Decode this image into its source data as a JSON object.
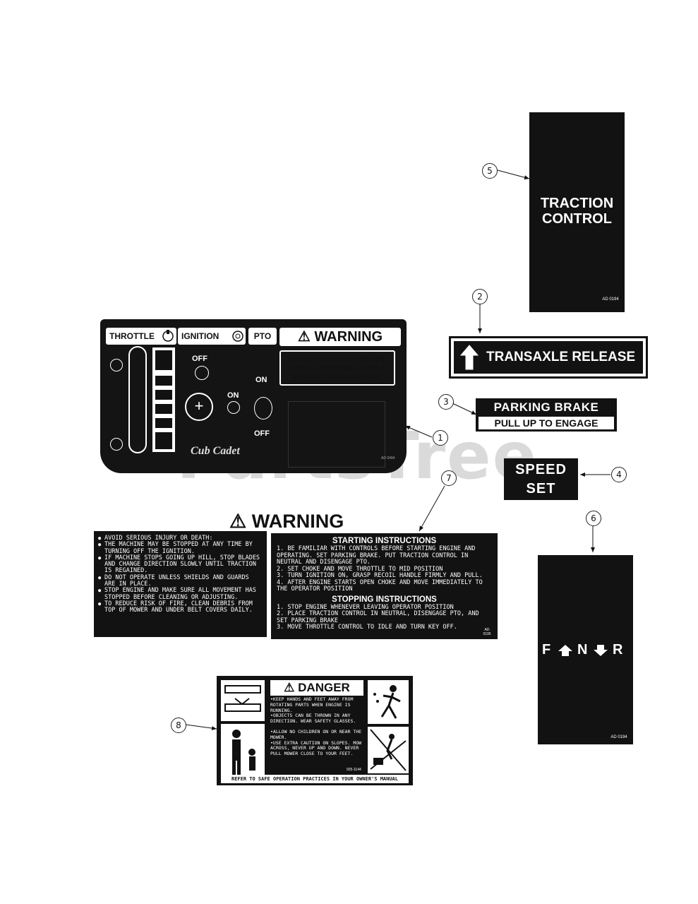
{
  "watermark": "PartsTree",
  "callouts": [
    "1",
    "2",
    "3",
    "4",
    "5",
    "6",
    "7",
    "8"
  ],
  "traction_control": {
    "line1": "TRACTION",
    "line2": "CONTROL",
    "code": "AD 0194"
  },
  "transaxle_release": {
    "label": "TRANSAXLE RELEASE"
  },
  "parking_brake": {
    "line1": "PARKING BRAKE",
    "line2": "PULL UP TO ENGAGE"
  },
  "speed_set": {
    "line1": "SPEED",
    "line2": "SET"
  },
  "fnr": {
    "f": "F",
    "n": "N",
    "r": "R",
    "code": "AD 0194"
  },
  "dash_panel": {
    "throttle": "THROTTLE",
    "ignition": "IGNITION",
    "pto": "PTO",
    "warning": "WARNING",
    "warning_text": [
      "READ OPERATORS MANUAL",
      "AND ALL WARNING LABELS",
      "BEFORE USING MACHINE."
    ],
    "ign_off": "OFF",
    "ign_on": "ON",
    "pto_on": "ON",
    "pto_off": "OFF",
    "brand": "Cub Cadet",
    "code": "AD 0494"
  },
  "warning_label": {
    "title": "WARNING",
    "items": [
      "AVOID SERIOUS INJURY OR DEATH:",
      "THE MACHINE MAY BE STOPPED AT ANY TIME BY TURNING OFF THE IGNITION.",
      "IF MACHINE STOPS GOING UP HILL, STOP BLADES AND CHANGE DIRECTION SLOWLY UNTIL TRACTION IS REGAINED.",
      "DO NOT OPERATE UNLESS SHIELDS AND GUARDS ARE IN PLACE.",
      "STOP ENGINE AND MAKE SURE ALL MOVEMENT HAS STOPPED BEFORE CLEANING OR ADJUSTING.",
      "TO REDUCE RISK OF FIRE, CLEAN DEBRIS FROM TOP OF MOWER AND UNDER BELT COVERS DAILY."
    ],
    "starting_title": "STARTING INSTRUCTIONS",
    "starting": [
      "1. BE FAMILIAR WITH CONTROLS BEFORE STARTING ENGINE AND OPERATING. SET PARKING BRAKE. PUT TRACTION CONTROL IN NEUTRAL AND DISENGAGE PTO.",
      "2. SET CHOKE AND MOVE THROTTLE TO MID POSITION",
      "3. TURN IGNITION ON, GRASP RECOIL HANDLE FIRMLY AND PULL.",
      "4. AFTER ENGINE STARTS OPEN CHOKE AND MOVE IMMEDIATELY TO THE OPERATOR POSITION"
    ],
    "stopping_title": "STOPPING INSTRUCTIONS",
    "stopping": [
      "1. STOP ENGINE WHENEVER LEAVING OPERATOR POSITION",
      "2. PLACE TRACTION CONTROL IN NEUTRAL, DISENGAGE PTO, AND SET PARKING BRAKE",
      "3. MOVE THROTTLE CONTROL TO IDLE AND TURN KEY OFF."
    ],
    "code": "AD 0195"
  },
  "danger_label": {
    "title": "DANGER",
    "top_text": [
      "•KEEP HANDS AND FEET AWAY FROM ROTATING PARTS WHEN ENGINE IS RUNNING.",
      "•OBJECTS CAN BE THROWN IN ANY DIRECTION. WEAR SAFETY GLASSES."
    ],
    "bottom_text": [
      "•ALLOW NO CHILDREN ON OR NEAR THE MOWER.",
      "•USE EXTRA CAUTION ON SLOPES. MOW ACROSS, NEVER UP AND DOWN. NEVER PULL MOWER CLOSE TO YOUR FEET."
    ],
    "footer": "REFER TO SAFE OPERATION PRACTICES IN YOUR OWNER'S MANUAL",
    "code": "925-1144"
  }
}
